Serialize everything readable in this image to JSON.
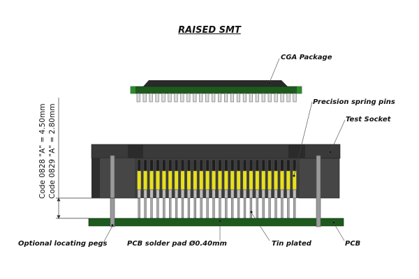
{
  "title": "RAISED SMT",
  "labels": {
    "cga_package": "CGA Package",
    "precision_spring_pins": "Precision spring pins",
    "test_socket": "Test Socket",
    "optional_locating_pegs": "Optional locating pegs",
    "pcb_solder_pad": "PCB solder pad Ø0.40mm",
    "tin_plated": "Tin plated",
    "pcb": "PCB"
  },
  "dimension": {
    "code_0828": "Code 0828 \"A\" = 4.50mm",
    "code_0829": "Code 0829 \"A\" = 2.80mm"
  },
  "colors": {
    "pcb_green": "#1e5a1e",
    "socket_dark": "#3c3c3c",
    "socket_mid": "#4a4a4a",
    "pin_yellow": "#e8e01a",
    "pin_silver": "#a8a8a8",
    "package_black": "#2a2a2a"
  },
  "counts": {
    "package_pins": 26,
    "spring_pins": 26
  }
}
